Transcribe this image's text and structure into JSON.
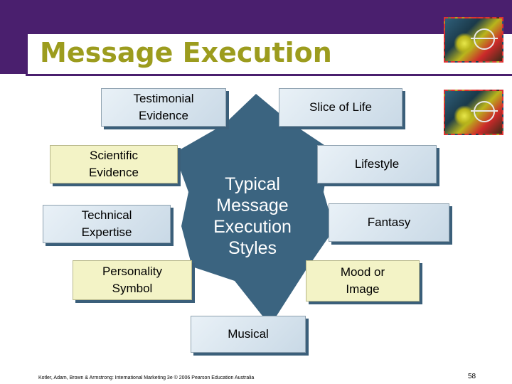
{
  "slide": {
    "title": "Message Execution",
    "center_label": [
      "Typical",
      "Message",
      "Execution",
      "Styles"
    ],
    "footer": "Kotler, Adam, Brown & Armstrong: International Marketing 3e © 2006 Pearson Education Australia",
    "page_number": "58"
  },
  "boxes": {
    "testimonial": [
      "Testimonial",
      "Evidence"
    ],
    "slice_of_life": [
      "Slice of Life"
    ],
    "scientific": [
      "Scientific",
      "Evidence"
    ],
    "lifestyle": [
      "Lifestyle"
    ],
    "technical": [
      "Technical",
      "Expertise"
    ],
    "fantasy": [
      "Fantasy"
    ],
    "personality": [
      "Personality",
      "Symbol"
    ],
    "mood": [
      "Mood or",
      "Image"
    ],
    "musical": [
      "Musical"
    ]
  },
  "colors": {
    "header_purple": "#4a1f6e",
    "title_olive": "#9c9c1e",
    "star_teal": "#3b6480",
    "box_blue": "#c9d9e6",
    "box_yellow": "#f3f3c6",
    "box_shadow": "#3b5f7a"
  },
  "icons": {
    "thumbnail_top": "decorative-photo-thumbnail",
    "thumbnail_bottom": "decorative-photo-thumbnail"
  }
}
